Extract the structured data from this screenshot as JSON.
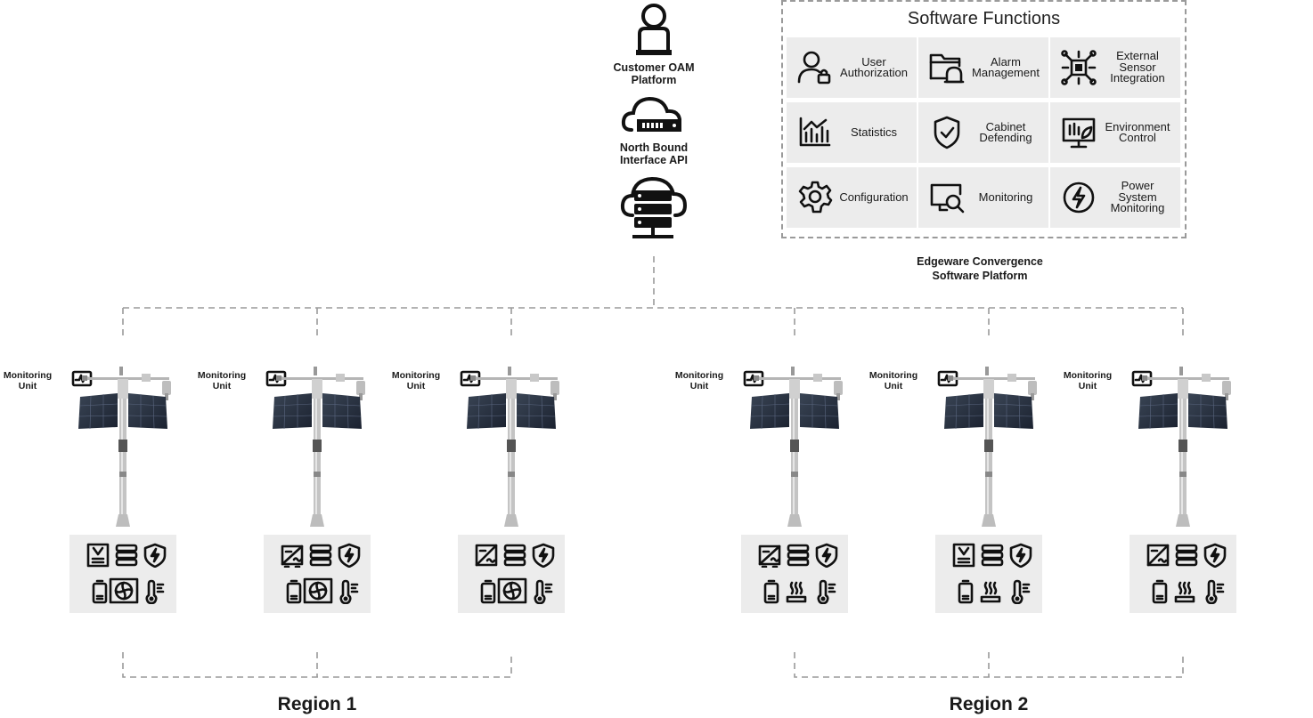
{
  "top": {
    "customer_label": "Customer OAM\nPlatform",
    "nbi_label": "North Bound\nInterface API"
  },
  "software_functions": {
    "title": "Software Functions",
    "caption": "Edgeware Convergence\nSoftware Platform",
    "items": [
      {
        "label": "User\nAuthorization",
        "icon": "user-lock-icon"
      },
      {
        "label": "Alarm\nManagement",
        "icon": "alarm-folder-icon"
      },
      {
        "label": "External\nSensor\nIntegration",
        "icon": "sensor-chip-icon"
      },
      {
        "label": "Statistics",
        "icon": "statistics-chart-icon"
      },
      {
        "label": "Cabinet\nDefending",
        "icon": "shield-check-icon"
      },
      {
        "label": "Environment\nControl",
        "icon": "environment-monitor-icon"
      },
      {
        "label": "Configuration",
        "icon": "gear-icon"
      },
      {
        "label": "Monitoring",
        "icon": "monitor-search-icon"
      },
      {
        "label": "Power\nSystem\nMonitoring",
        "icon": "power-bolt-icon"
      }
    ]
  },
  "sites": [
    {
      "unit_label": "Monitoring\nUnit",
      "inverter": "inverter-a",
      "cooling": "fan"
    },
    {
      "unit_label": "Monitoring\nUnit",
      "inverter": "inverter-b",
      "cooling": "fan"
    },
    {
      "unit_label": "Monitoring\nUnit",
      "inverter": "inverter-c",
      "cooling": "fan"
    },
    {
      "unit_label": "Monitoring\nUnit",
      "inverter": "inverter-b",
      "cooling": "heater"
    },
    {
      "unit_label": "Monitoring\nUnit",
      "inverter": "inverter-a",
      "cooling": "heater"
    },
    {
      "unit_label": "Monitoring\nUnit",
      "inverter": "inverter-c",
      "cooling": "heater"
    }
  ],
  "regions": [
    {
      "label": "Region 1"
    },
    {
      "label": "Region 2"
    }
  ]
}
